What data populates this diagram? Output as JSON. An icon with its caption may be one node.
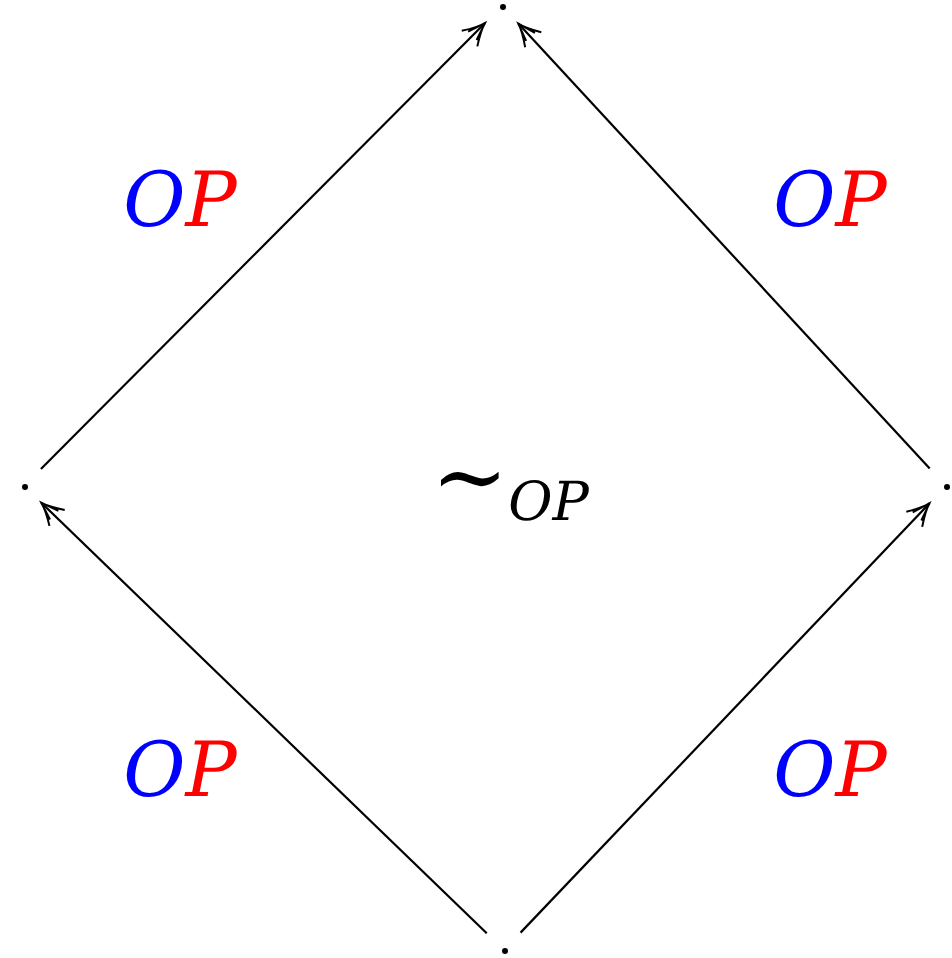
{
  "diagram": {
    "nodes": [
      {
        "text": [],
        "shape": "point"
      },
      {
        "text": [],
        "shape": "point"
      },
      {
        "text": [],
        "shape": "point"
      },
      {
        "text": [],
        "shape": "point"
      }
    ],
    "edges": [
      {
        "from": 1,
        "to": 0,
        "arrow": "to",
        "label": "OP"
      },
      {
        "from": 2,
        "to": 0,
        "arrow": "to",
        "label": "OP"
      },
      {
        "from": 3,
        "to": 1,
        "arrow": "to",
        "label": "OP"
      },
      {
        "from": 3,
        "to": 2,
        "arrow": "to",
        "label": "OP"
      }
    ],
    "labels": [
      "∼$_{OP}$"
    ]
  }
}
